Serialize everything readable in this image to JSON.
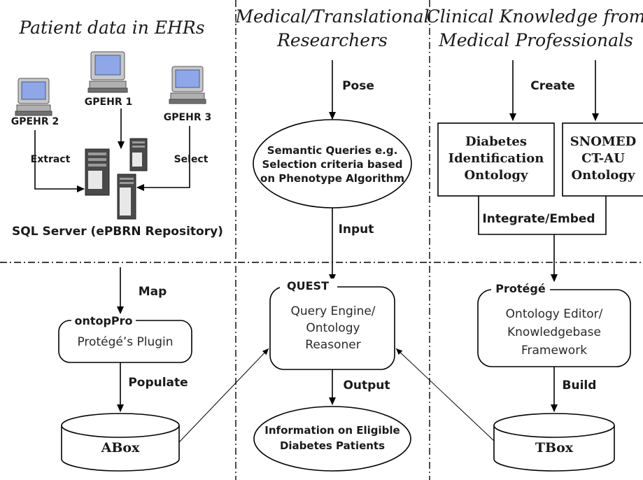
{
  "headers": {
    "left": "Patient data in EHRs",
    "middle_line1": "Medical/Translational",
    "middle_line2": "Researchers",
    "right_line1": "Clinical Knowledge from",
    "right_line2": "Medical Professionals"
  },
  "ehr": {
    "gpehr1": "GPEHR 1",
    "gpehr2": "GPEHR 2",
    "gpehr3": "GPEHR 3",
    "extract": "Extract",
    "select": "Select",
    "server": "SQL Server (ePBRN Repository)"
  },
  "research": {
    "pose": "Pose",
    "query_line1": "Semantic Queries e.g.",
    "query_line2": "Selection criteria based",
    "query_line3": "on Phenotype Algorithm",
    "input": "Input"
  },
  "knowledge": {
    "create": "Create",
    "dio_line1": "Diabetes",
    "dio_line2": "Identification",
    "dio_line3": "Ontology",
    "snomed_line1": "SNOMED",
    "snomed_line2": "CT-AU",
    "snomed_line3": "Ontology",
    "integrate": "Integrate/Embed"
  },
  "lower_left": {
    "map": "Map",
    "tool": "ontopPro",
    "desc": "Protégé’s Plugin",
    "populate": "Populate",
    "store": "ABox"
  },
  "lower_middle": {
    "tool": "QUEST",
    "desc_line1": "Query Engine/",
    "desc_line2": "Ontology",
    "desc_line3": "Reasoner",
    "output": "Output",
    "result_line1": "Information on Eligible",
    "result_line2": "Diabetes Patients"
  },
  "lower_right": {
    "tool": "Protégé",
    "desc_line1": "Ontology Editor/",
    "desc_line2": "Knowledgebase",
    "desc_line3": "Framework",
    "build": "Build",
    "store": "TBox"
  }
}
